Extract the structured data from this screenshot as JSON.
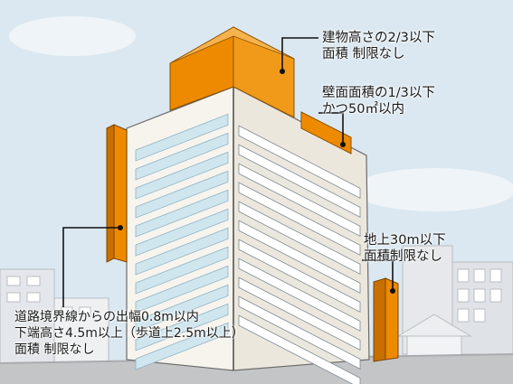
{
  "labels": {
    "top_sign": {
      "line1": "建物高さの2/3以下",
      "line2": "面積 制限なし"
    },
    "wall_sign": {
      "line1": "壁面面積の1/3以下",
      "line2": "かつ50㎡以内"
    },
    "ground_sign": {
      "line1": "地上30m以下",
      "line2": "面積制限なし"
    },
    "projecting_sign": {
      "line1": "道路境界線からの出幅0.8m以内",
      "line2": "下端高さ4.5m以上（歩道上2.5m以上）",
      "line3": "面積 制限なし"
    }
  },
  "colors": {
    "sign": "#ee8a00",
    "sign_dark": "#c96f00",
    "sky": "#dbe8f1",
    "building_front": "#f7f4ee",
    "building_side": "#ece7dd",
    "window": "#cfe6ef",
    "road": "#c4c5c7"
  }
}
